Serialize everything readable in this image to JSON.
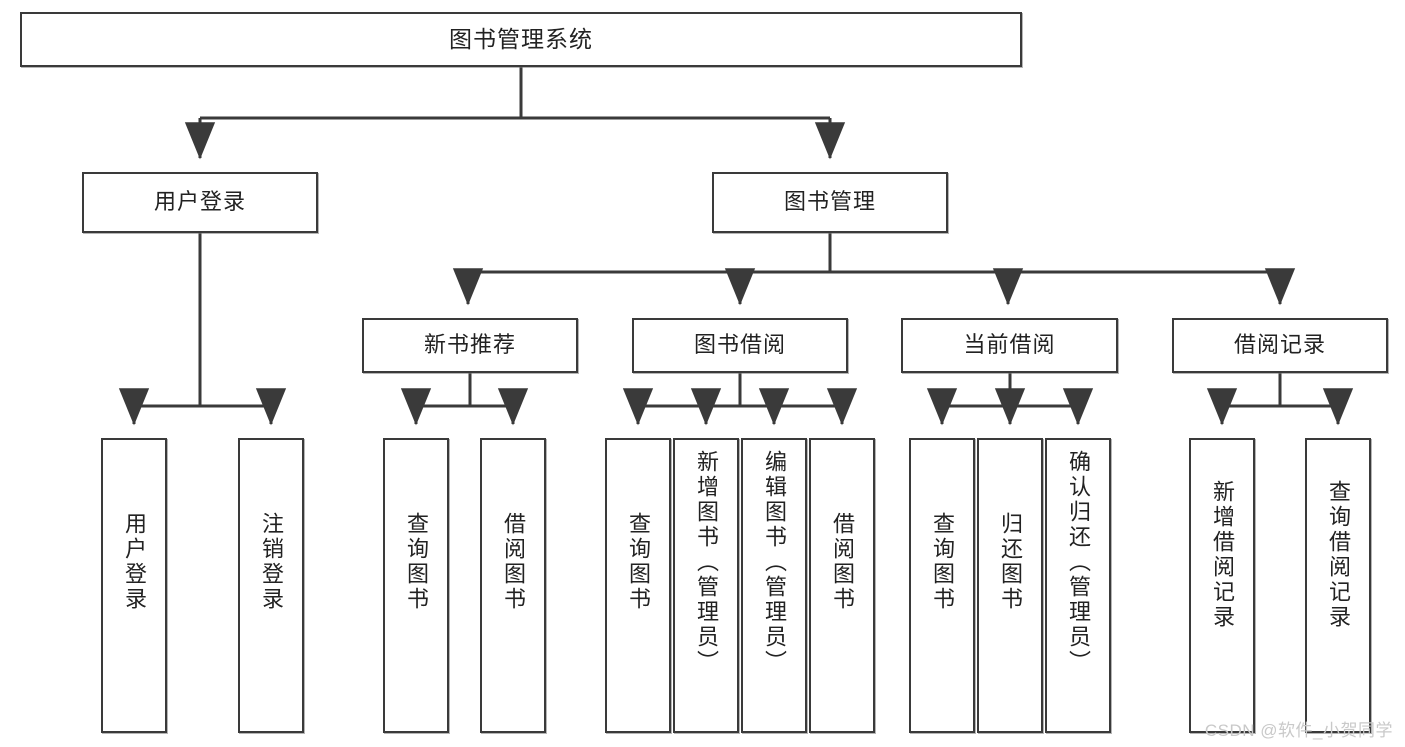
{
  "diagram": {
    "title_node": {
      "label": "图书管理系统"
    },
    "level2": [
      {
        "id": "user-login",
        "label": "用户登录"
      },
      {
        "id": "book-management",
        "label": "图书管理"
      }
    ],
    "level3": [
      {
        "id": "new-book-recommend",
        "label": "新书推荐"
      },
      {
        "id": "book-borrow",
        "label": "图书借阅"
      },
      {
        "id": "current-borrow",
        "label": "当前借阅"
      },
      {
        "id": "borrow-record",
        "label": "借阅记录"
      }
    ],
    "leaves": {
      "user_login": [
        {
          "id": "leaf-user-login",
          "label": "用户登录"
        },
        {
          "id": "leaf-logout-login",
          "label": "注销登录"
        }
      ],
      "new_book_recommend": [
        {
          "id": "leaf-query-book-1",
          "label": "查询图书"
        },
        {
          "id": "leaf-borrow-book-1",
          "label": "借阅图书"
        }
      ],
      "book_borrow": [
        {
          "id": "leaf-query-book-2",
          "label": "查询图书"
        },
        {
          "id": "leaf-add-book",
          "label": "新增图书（管理员）"
        },
        {
          "id": "leaf-edit-book",
          "label": "编辑图书（管理员）"
        },
        {
          "id": "leaf-borrow-book-2",
          "label": "借阅图书"
        }
      ],
      "current_borrow": [
        {
          "id": "leaf-query-book-3",
          "label": "查询图书"
        },
        {
          "id": "leaf-return-book",
          "label": "归还图书"
        },
        {
          "id": "leaf-confirm-return",
          "label": "确认归还（管理员）"
        }
      ],
      "borrow_record": [
        {
          "id": "leaf-add-record",
          "label": "新增借阅记录"
        },
        {
          "id": "leaf-query-record",
          "label": "查询借阅记录"
        }
      ]
    }
  },
  "watermark": {
    "text": "CSDN @软件_小贺同学"
  },
  "colors": {
    "border": "#3a3a3a",
    "text": "#222222",
    "background": "#ffffff",
    "watermark": "#c9c9c9"
  }
}
